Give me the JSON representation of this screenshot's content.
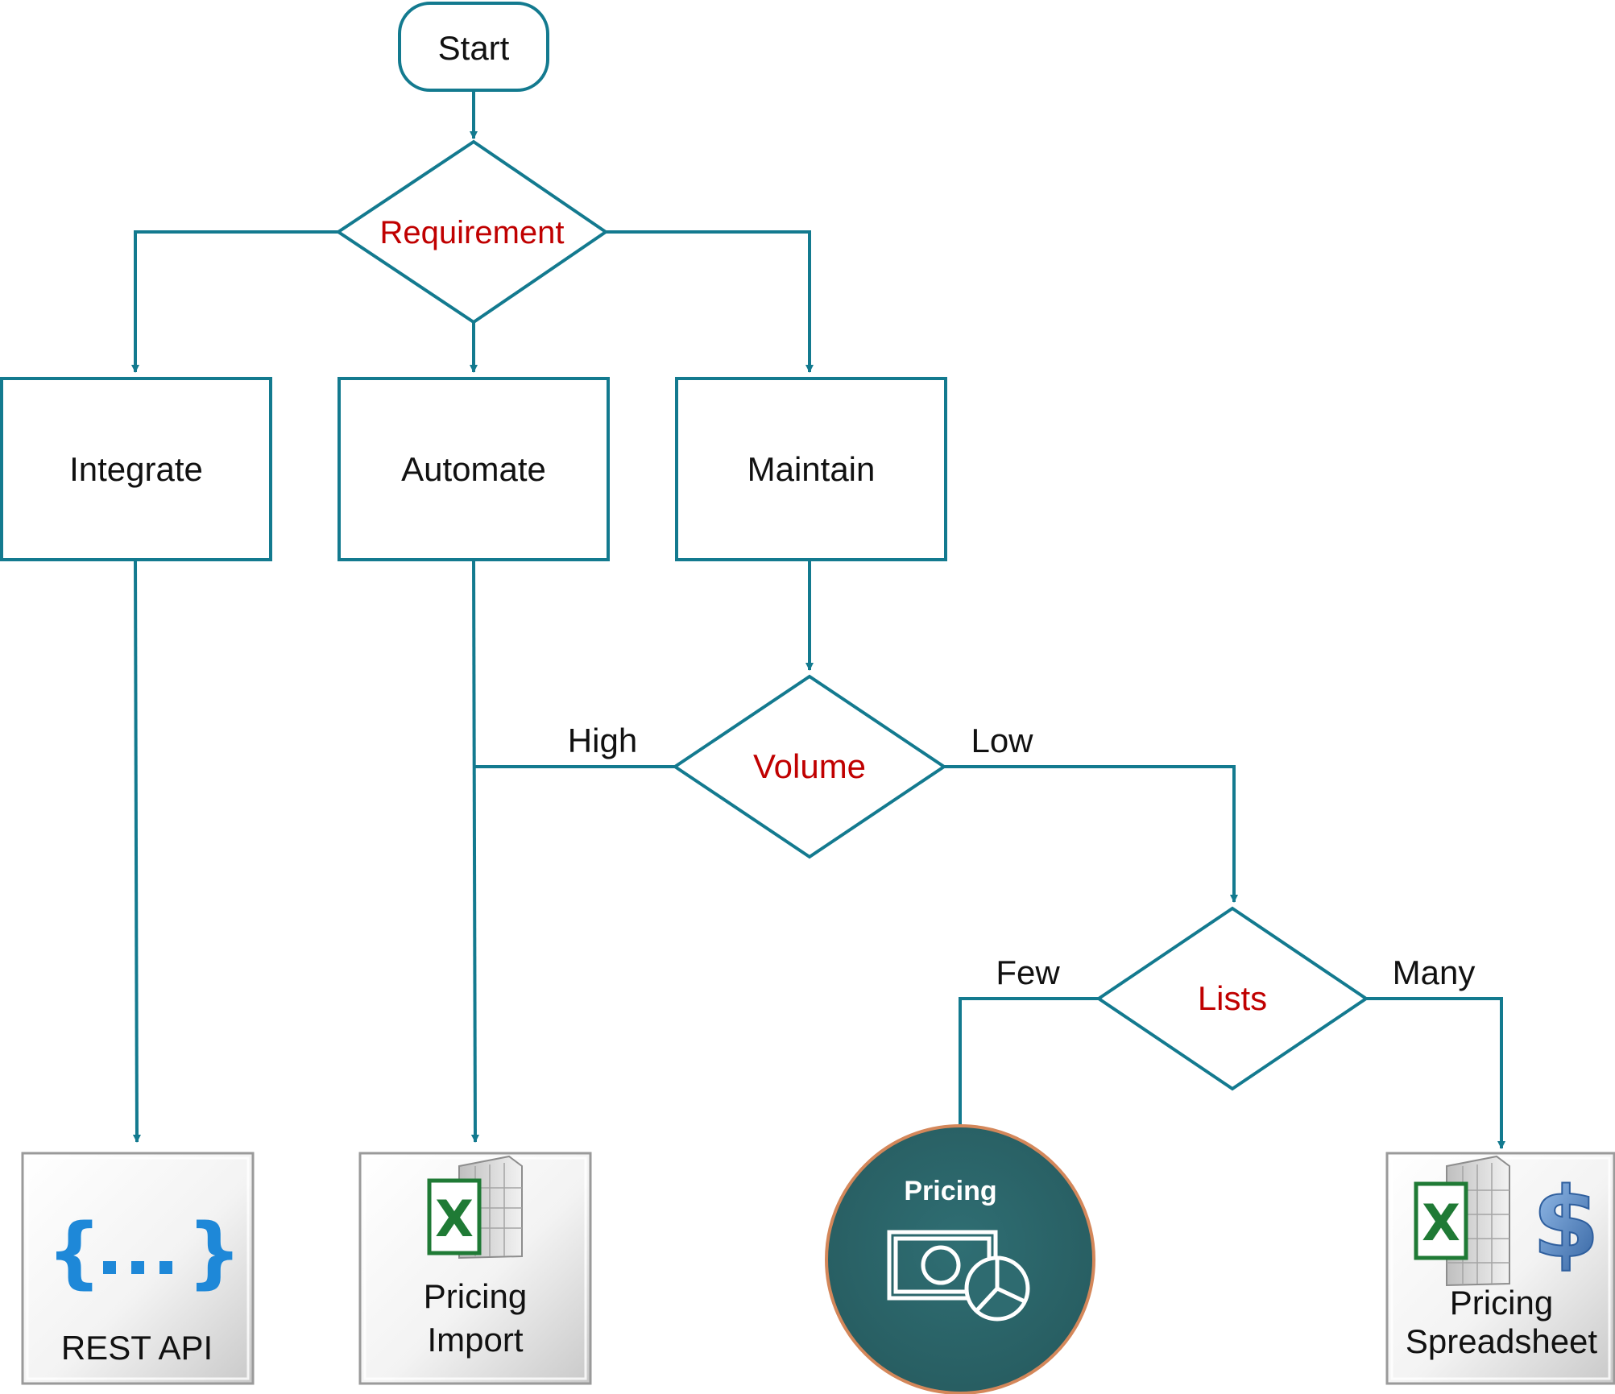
{
  "colors": {
    "connector": "#137a8f",
    "decision_text": "#c00000",
    "process_text": "#111111",
    "card_bg": "#e9e9e9",
    "circle_fill": "#2e6b70",
    "circle_ring": "#d4875a",
    "excel_green": "#1f7a35",
    "dollar_blue": "#4a7fc1",
    "braces_blue": "#1e88d8"
  },
  "start": {
    "label": "Start"
  },
  "decisions": {
    "requirement": "Requirement",
    "volume": "Volume",
    "lists": "Lists"
  },
  "processes": {
    "integrate": "Integrate",
    "automate": "Automate",
    "maintain": "Maintain"
  },
  "edge_labels": {
    "high": "High",
    "low": "Low",
    "few": "Few",
    "many": "Many"
  },
  "outcomes": {
    "rest_api": {
      "label": "REST API",
      "icon": "braces-ellipsis-icon"
    },
    "pricing_import": {
      "line1": "Pricing",
      "line2": "Import",
      "icon": "excel-sheet-icon"
    },
    "pricing_circle": {
      "title": "Pricing",
      "icon": "money-chart-icon"
    },
    "pricing_spreadsheet": {
      "line1": "Pricing",
      "line2": "Spreadsheet",
      "icons": [
        "excel-sheet-icon",
        "dollar-icon"
      ]
    }
  }
}
